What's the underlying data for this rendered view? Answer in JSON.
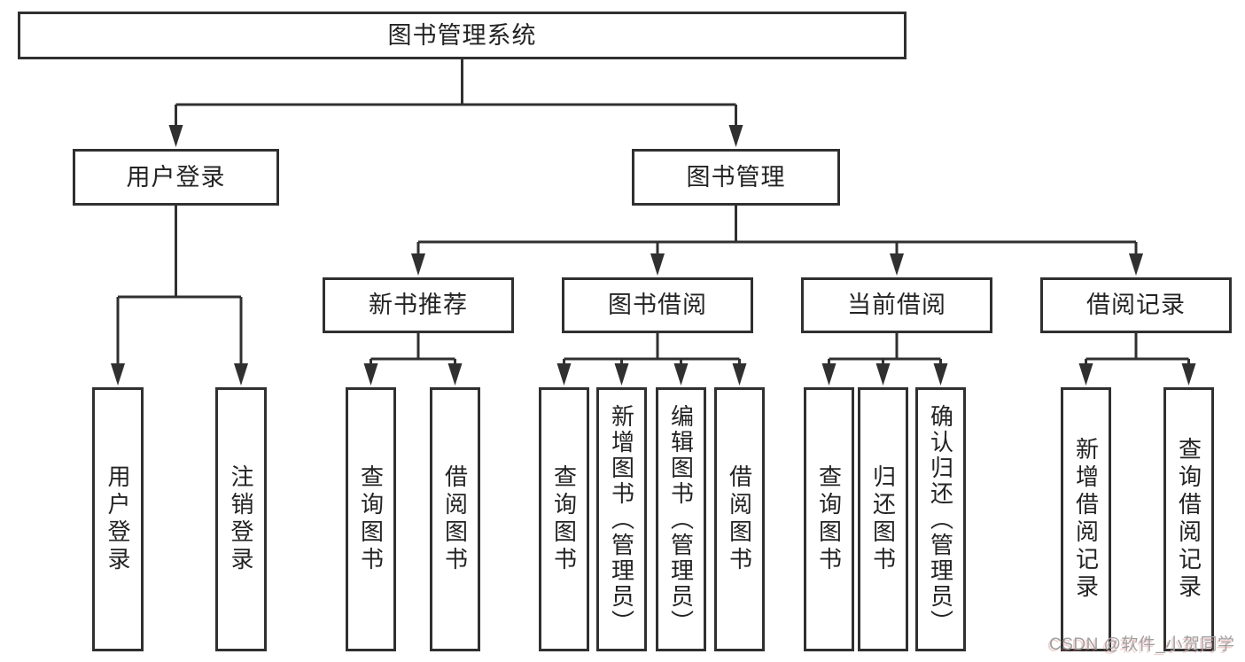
{
  "diagram": {
    "watermark": "CSDN @软件_小贺同学",
    "colors": {
      "line": "#303030",
      "box_border": "#303030",
      "text": "#232323",
      "background": "#ffffff",
      "watermark_text": "#a0a0a0"
    },
    "root": {
      "label": "图书管理系统",
      "children": [
        {
          "label": "用户登录",
          "children": [
            {
              "label": "用户登录"
            },
            {
              "label": "注销登录"
            }
          ]
        },
        {
          "label": "图书管理",
          "children": [
            {
              "label": "新书推荐",
              "children": [
                {
                  "label": "查询图书"
                },
                {
                  "label": "借阅图书"
                }
              ]
            },
            {
              "label": "图书借阅",
              "children": [
                {
                  "label": "查询图书"
                },
                {
                  "label": "新增图书（管理员）"
                },
                {
                  "label": "编辑图书（管理员）"
                },
                {
                  "label": "借阅图书"
                }
              ]
            },
            {
              "label": "当前借阅",
              "children": [
                {
                  "label": "查询图书"
                },
                {
                  "label": "归还图书"
                },
                {
                  "label": "确认归还（管理员）"
                }
              ]
            },
            {
              "label": "借阅记录",
              "children": [
                {
                  "label": "新增借阅记录"
                },
                {
                  "label": "查询借阅记录"
                }
              ]
            }
          ]
        }
      ]
    }
  }
}
